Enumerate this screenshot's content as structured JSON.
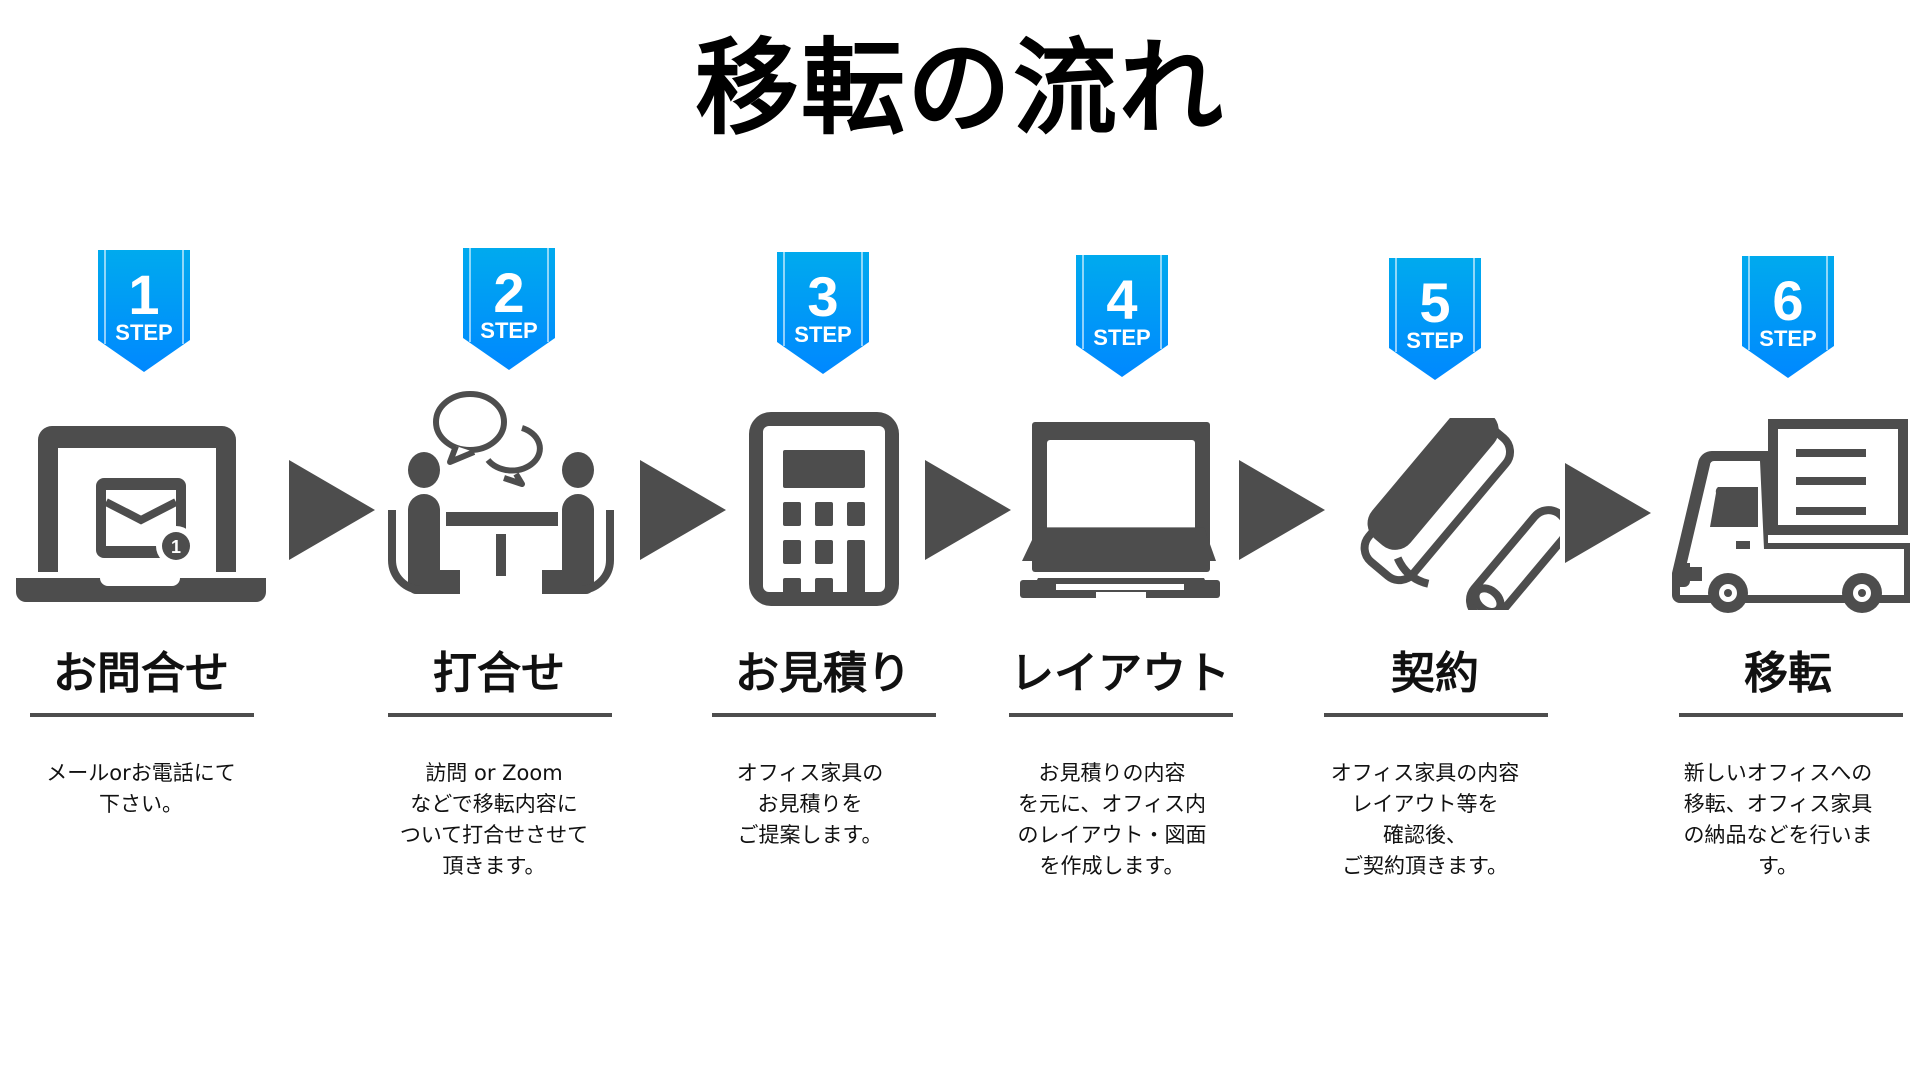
{
  "title": "移転の流れ",
  "colors": {
    "badge_top": "#00aaee",
    "badge_bottom": "#0088ff",
    "icon_gray": "#4d4d4d",
    "divider": "#4d4d4d",
    "text": "#111111"
  },
  "badge_word": "STEP",
  "steps": [
    {
      "number": "1",
      "icon": "laptop-mail-notification-icon",
      "heading": "お問合せ",
      "description": [
        "メールorお電話にて",
        "下さい。"
      ]
    },
    {
      "number": "2",
      "icon": "meeting-conversation-icon",
      "heading": "打合せ",
      "description": [
        "訪問 or Zoom",
        "などで移転内容に",
        "ついて打合せさせて",
        "頂きます。"
      ]
    },
    {
      "number": "3",
      "icon": "calculator-icon",
      "heading": "お見積り",
      "description": [
        "オフィス家具の",
        "お見積りを",
        "ご提案します。"
      ]
    },
    {
      "number": "4",
      "icon": "laptop-icon",
      "heading": "レイアウト",
      "description": [
        "お見積りの内容",
        "を元に、オフィス内",
        "のレイアウト・図面",
        "を作成します。"
      ]
    },
    {
      "number": "5",
      "icon": "contract-pen-icon",
      "heading": "契約",
      "description": [
        "オフィス家具の内容",
        "レイアウト等を",
        "確認後、",
        "ご契約頂きます。"
      ]
    },
    {
      "number": "6",
      "icon": "delivery-truck-icon",
      "heading": "移転",
      "description": [
        "新しいオフィスへの",
        "移転、オフィス家具",
        "の納品などを行いま",
        "す。"
      ]
    }
  ],
  "arrow_icon": "right-triangle-arrow-icon"
}
